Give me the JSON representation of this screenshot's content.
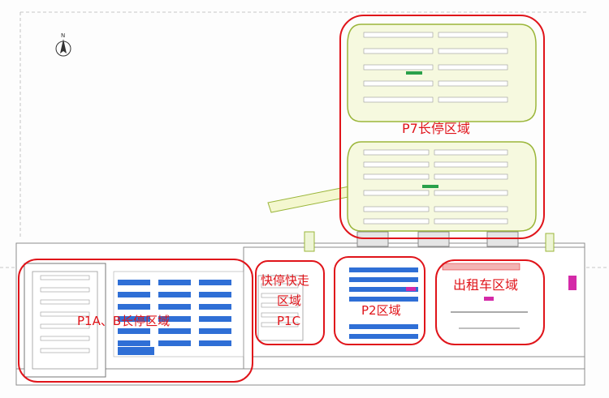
{
  "map": {
    "compass": {
      "label": "N",
      "icon": "north-arrow-icon"
    },
    "colors": {
      "zone_outline": "#e0141a",
      "parking_bay": "#2f6fd6",
      "structure_line": "#9a9a9a",
      "road_fill": "#f4f7cf",
      "road_edge": "#9bb63a",
      "accent_magenta": "#d42aa8",
      "accent_green": "#2aa14a"
    },
    "zones": [
      {
        "id": "p7",
        "label": "P7长停区域"
      },
      {
        "id": "p1ab",
        "label": "P1A、B长停区域"
      },
      {
        "id": "p1c",
        "label_line1": "快停快走",
        "label_line2": "区域",
        "label_line3": "P1C"
      },
      {
        "id": "p2",
        "label": "P2区域"
      },
      {
        "id": "taxi",
        "label": "出租车区域"
      }
    ]
  }
}
